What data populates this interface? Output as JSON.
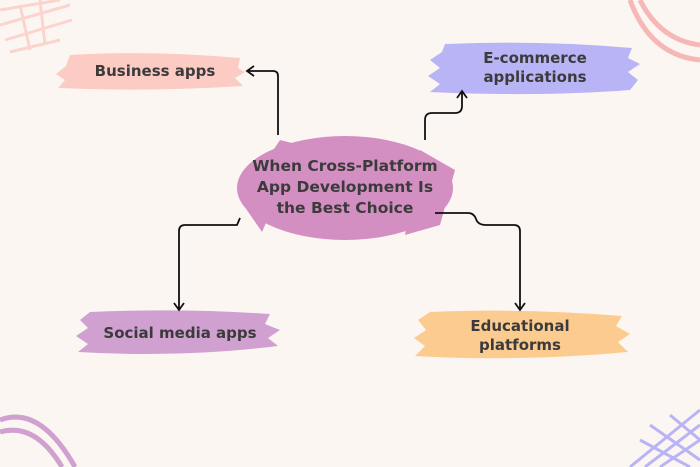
{
  "title": "When Cross-Platform App Development Is the Best Choice",
  "nodes": {
    "business": "Business apps",
    "ecommerce": "E-commerce applications",
    "social": "Social media apps",
    "educational": "Educational platforms"
  },
  "colors": {
    "background": "#fcf6f2",
    "center": "#d48fc2",
    "business": "#fccbc3",
    "ecommerce": "#b9b4f5",
    "social": "#cfa0d0",
    "educational": "#fccb90",
    "line": "#111111"
  }
}
